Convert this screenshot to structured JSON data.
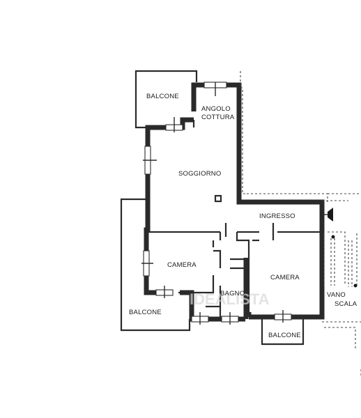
{
  "rooms": {
    "balcone_top": "BALCONE",
    "angolo_line1": "ANGOLO",
    "angolo_line2": "COTTURA",
    "soggiorno": "SOGGIORNO",
    "ingresso": "INGRESSO",
    "camera_left": "CAMERA",
    "bagno": "BAGNO",
    "camera_right": "CAMERA",
    "balcone_left": "BALCONE",
    "balcone_bottom": "BALCONE",
    "vano_line1": "VANO",
    "vano_line2": "SCALA"
  }
}
